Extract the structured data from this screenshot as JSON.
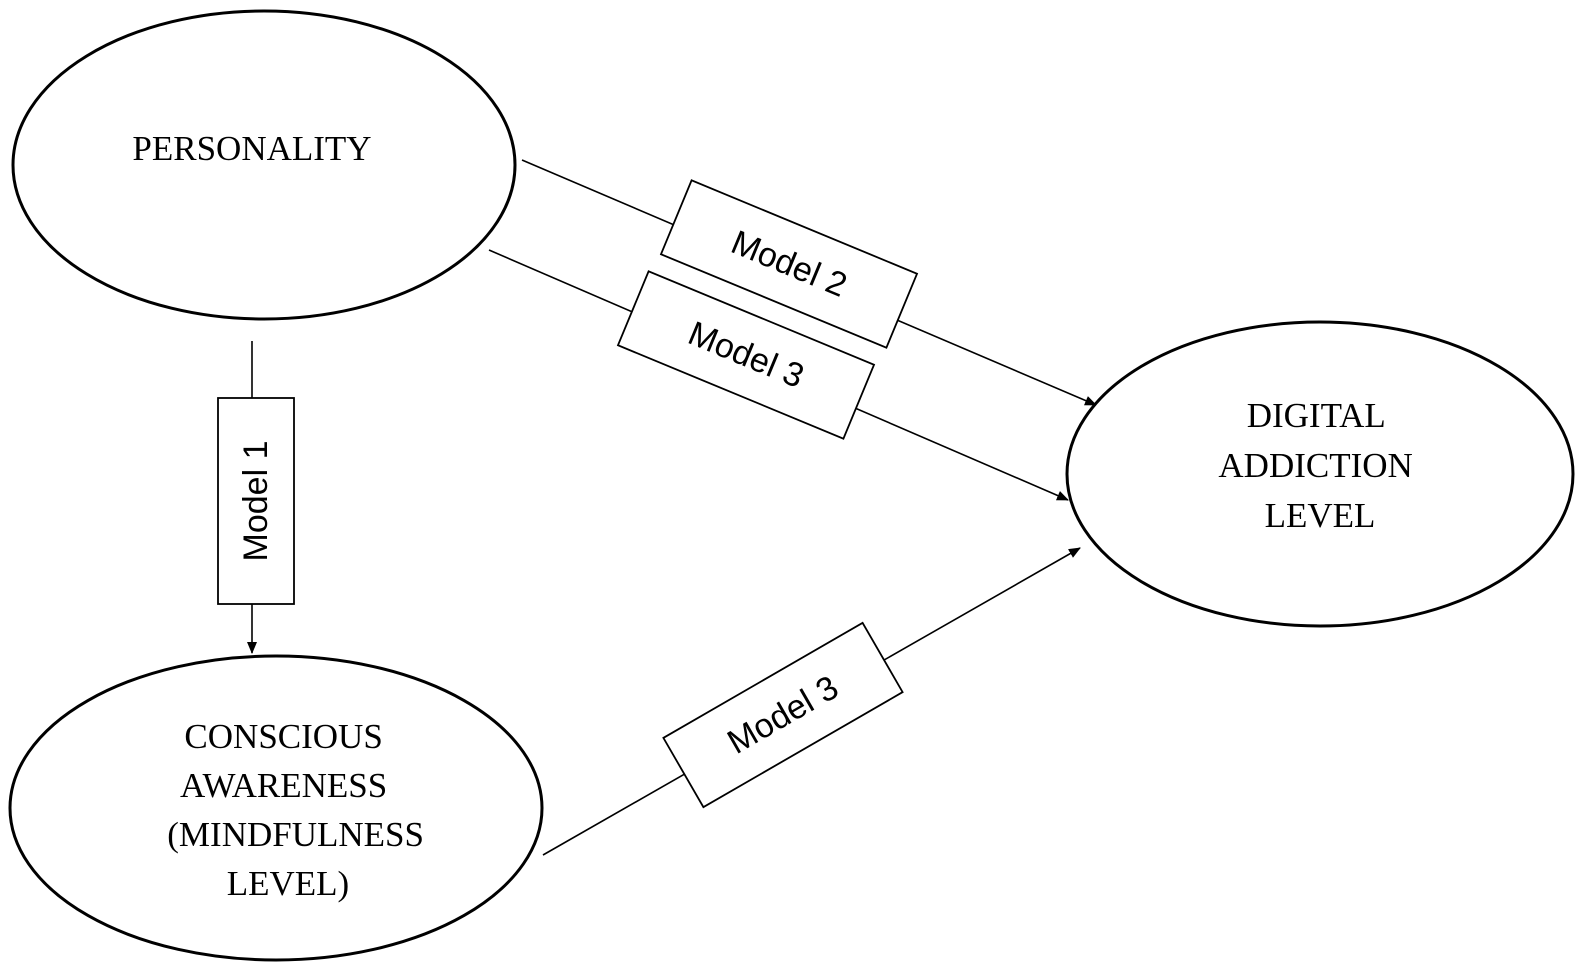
{
  "nodes": {
    "personality": {
      "lines": [
        "PERSONALITY"
      ]
    },
    "digital_addiction": {
      "lines": [
        "DIGITAL",
        "ADDICTION",
        "LEVEL"
      ]
    },
    "conscious_awareness": {
      "lines": [
        "CONSCIOUS",
        "AWARENESS",
        "(MINDFULNESS",
        "LEVEL)"
      ]
    }
  },
  "edges": {
    "model1": {
      "label": "Model 1"
    },
    "model2": {
      "label": "Model 2"
    },
    "model3_direct": {
      "label": "Model 3"
    },
    "model3_mediated": {
      "label": "Model 3"
    }
  }
}
